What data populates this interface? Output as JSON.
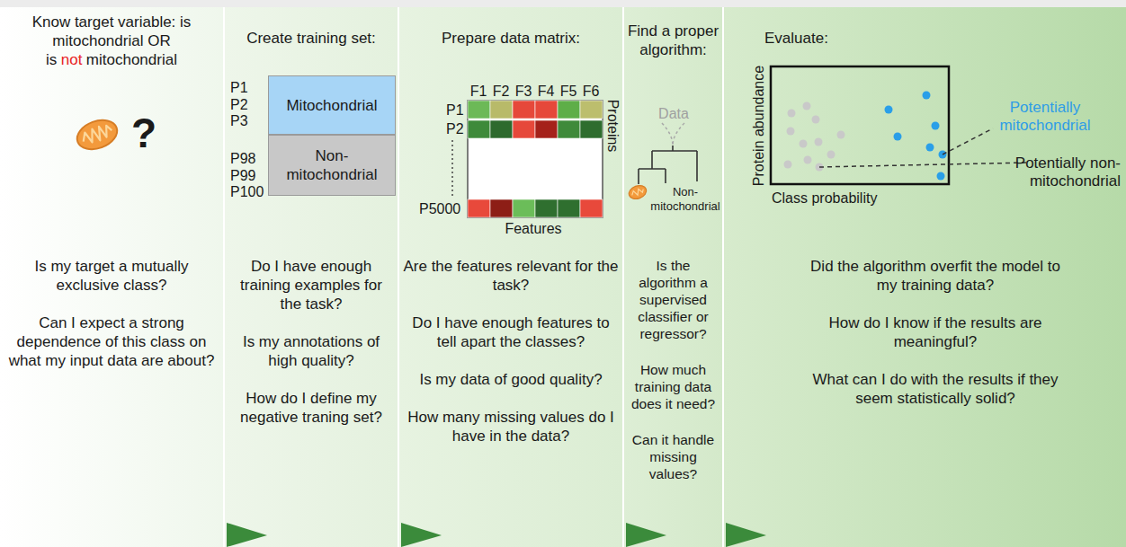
{
  "diagram": {
    "nodes": [
      {
        "text": [
          "Know target variable: is mitochondrial OR",
          "is",
          "not",
          "mitochondrial",
          "Is my target a mutually exclusive class?",
          "Can I expect a strong dependence of this class on what my input data are about?"
        ]
      },
      {
        "text": [
          "Create training set:",
          "Do I have enough training examples for the task?",
          "Is my annotations of high quality?",
          "How do I define my negative traning set?"
        ]
      },
      {
        "text": [
          "Mitochondrial"
        ],
        "in": 1
      },
      {
        "text": [
          "Non- mitochondrial"
        ],
        "in": 1
      },
      {
        "text": [
          "Prepare data matrix:",
          "Are the features relevant for the task?",
          "Do I have enough features to tell apart the classes?",
          "Is my data of good quality?",
          "How many missing values do I have in the data?"
        ]
      },
      {
        "text": [
          "Find a proper algorithm:",
          "Is the algorithm a supervised classifier or regressor?",
          "How much training data does it need?",
          "Can it handle missing values?"
        ]
      },
      {
        "text": [
          "Evaluate:",
          "Did the algorithm overfit the model to my training data?",
          "How do I know if the results are meaningful?",
          "What can I do with the results if they seem statistically solid?"
        ]
      }
    ],
    "labels": [
      "?",
      "P1",
      "P2",
      "P3",
      "P98",
      "P99",
      "P100",
      "F1",
      "F2",
      "F3",
      "F4",
      "F5",
      "F6",
      "P1",
      "P2",
      "P5000",
      "Proteins",
      "Features",
      "Data",
      "Non- mitochondrial",
      "Potentially mitochondrial",
      "Potentially non-mitochondrial",
      "Protein abundance",
      "Class probability"
    ]
  }
}
